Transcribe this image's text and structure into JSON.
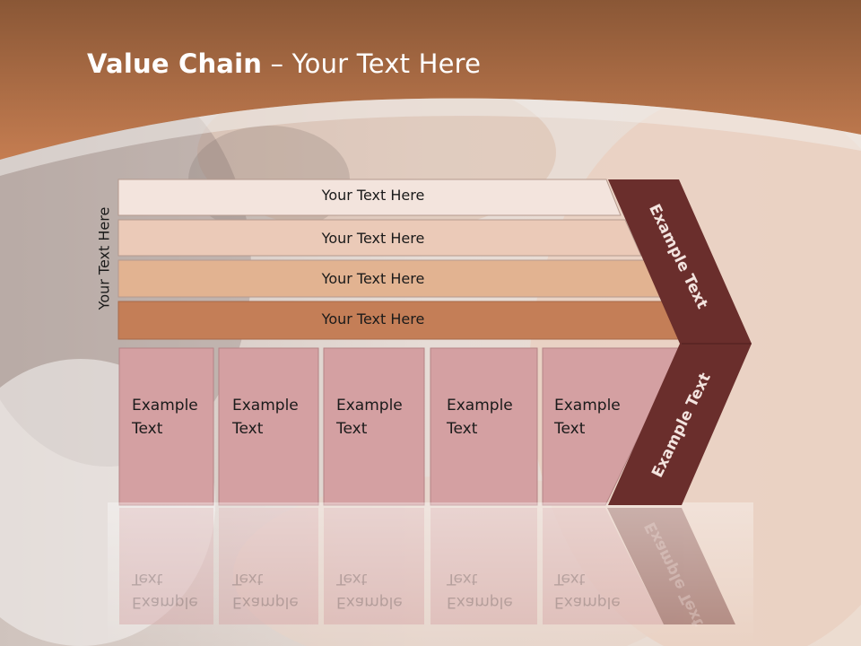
{
  "slide": {
    "title_bold": "Value Chain",
    "title_rest": " – Your Text Here",
    "side_label": "Your Text Here",
    "bars": [
      {
        "label": "Your Text Here"
      },
      {
        "label": "Your Text Here"
      },
      {
        "label": "Your Text Here"
      },
      {
        "label": "Your Text Here"
      }
    ],
    "boxes": [
      {
        "line1": "Example",
        "line2": "Text"
      },
      {
        "line1": "Example",
        "line2": "Text"
      },
      {
        "line1": "Example",
        "line2": "Text"
      },
      {
        "line1": "Example",
        "line2": "Text"
      },
      {
        "line1": "Example",
        "line2": "Text"
      }
    ],
    "chevron_upper": "Example Text",
    "chevron_lower": "Example Text",
    "colors": {
      "header": "#b8704a",
      "bar1": "#f3e4dd",
      "bar2": "#ebcab8",
      "bar3": "#e2b391",
      "bar4": "#c47e57",
      "box": "#d4a0a2",
      "chevron": "#6a2e2c"
    }
  }
}
